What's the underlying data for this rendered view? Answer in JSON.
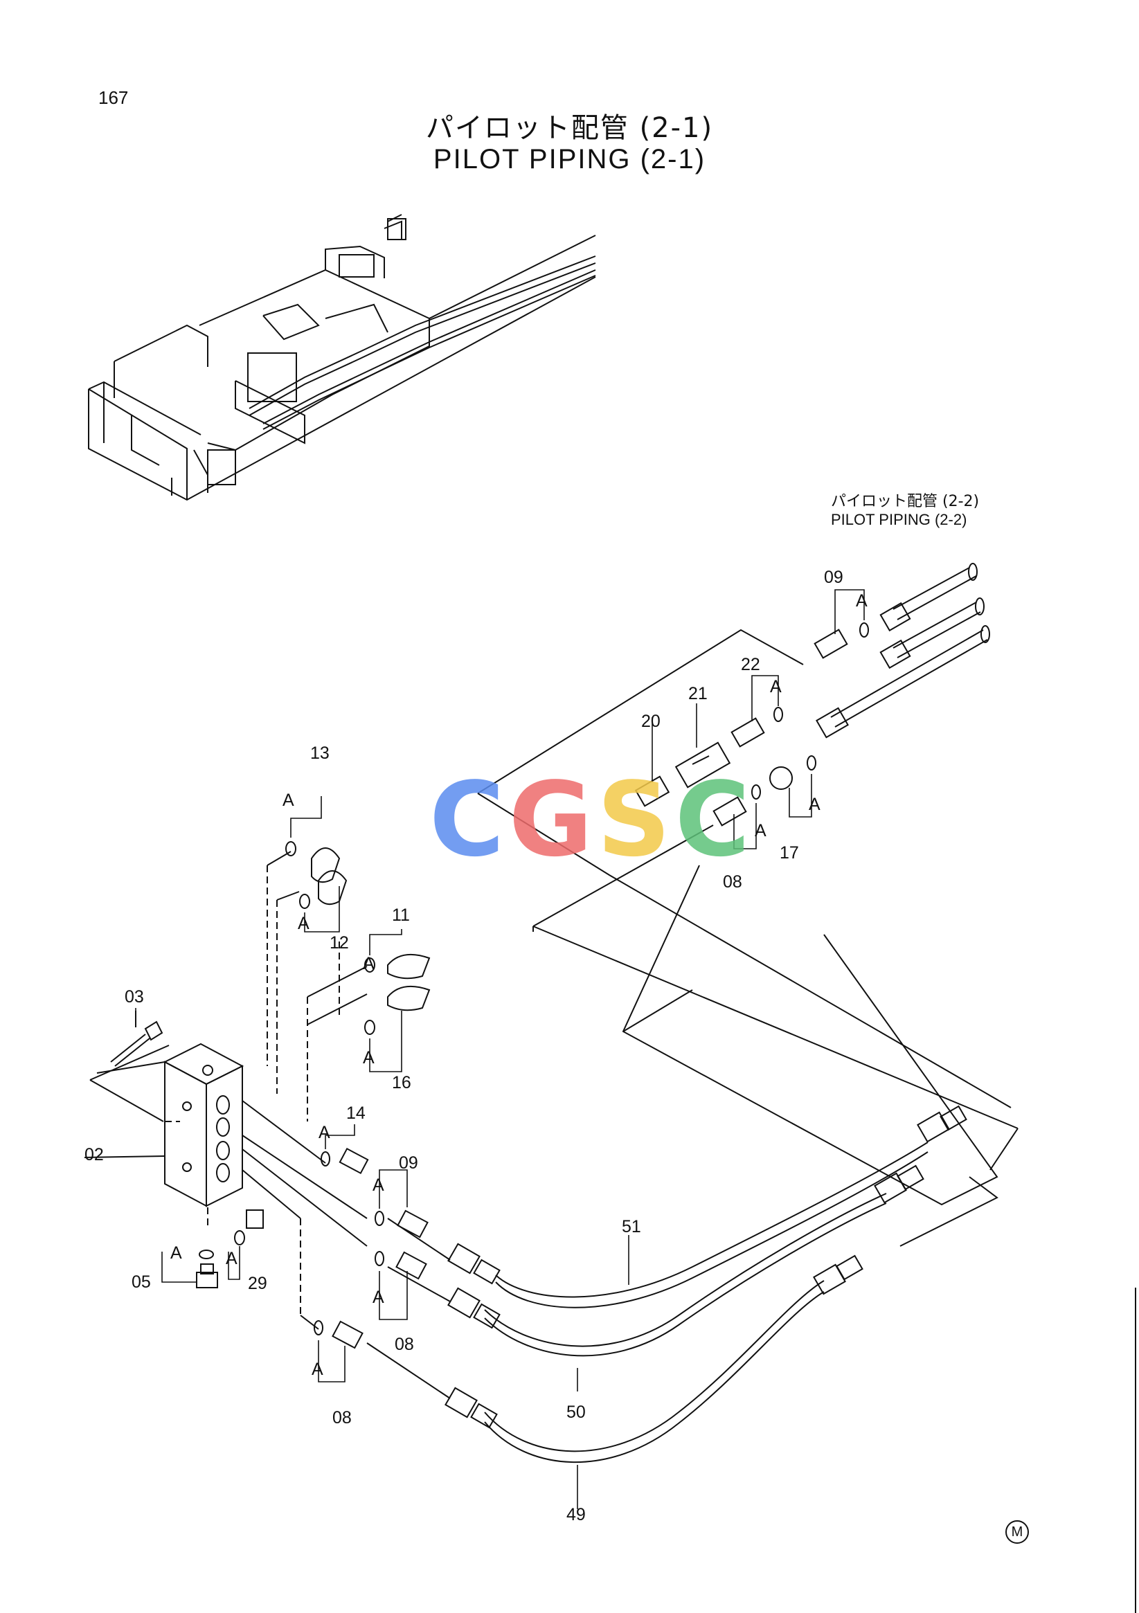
{
  "page_number": "167",
  "title": {
    "jp": "パイロット配管 (2-1)",
    "en": "PILOT PIPING (2-1)"
  },
  "reference": {
    "jp": "パイロット配管 (2-2)",
    "en": "PILOT PIPING (2-2)"
  },
  "watermark": {
    "letters": [
      "C",
      "G",
      "S",
      "C"
    ],
    "colors": [
      "#5b8def",
      "#ee6c6c",
      "#f3c94a",
      "#5ec27a"
    ]
  },
  "corner_mark": "M",
  "detail_mark": "A",
  "callouts": [
    "13",
    "12",
    "11",
    "16",
    "03",
    "02",
    "05",
    "29",
    "14",
    "09",
    "08",
    "08",
    "51",
    "50",
    "49",
    "09",
    "22",
    "21",
    "20",
    "08",
    "17"
  ],
  "line_color": "#111111"
}
